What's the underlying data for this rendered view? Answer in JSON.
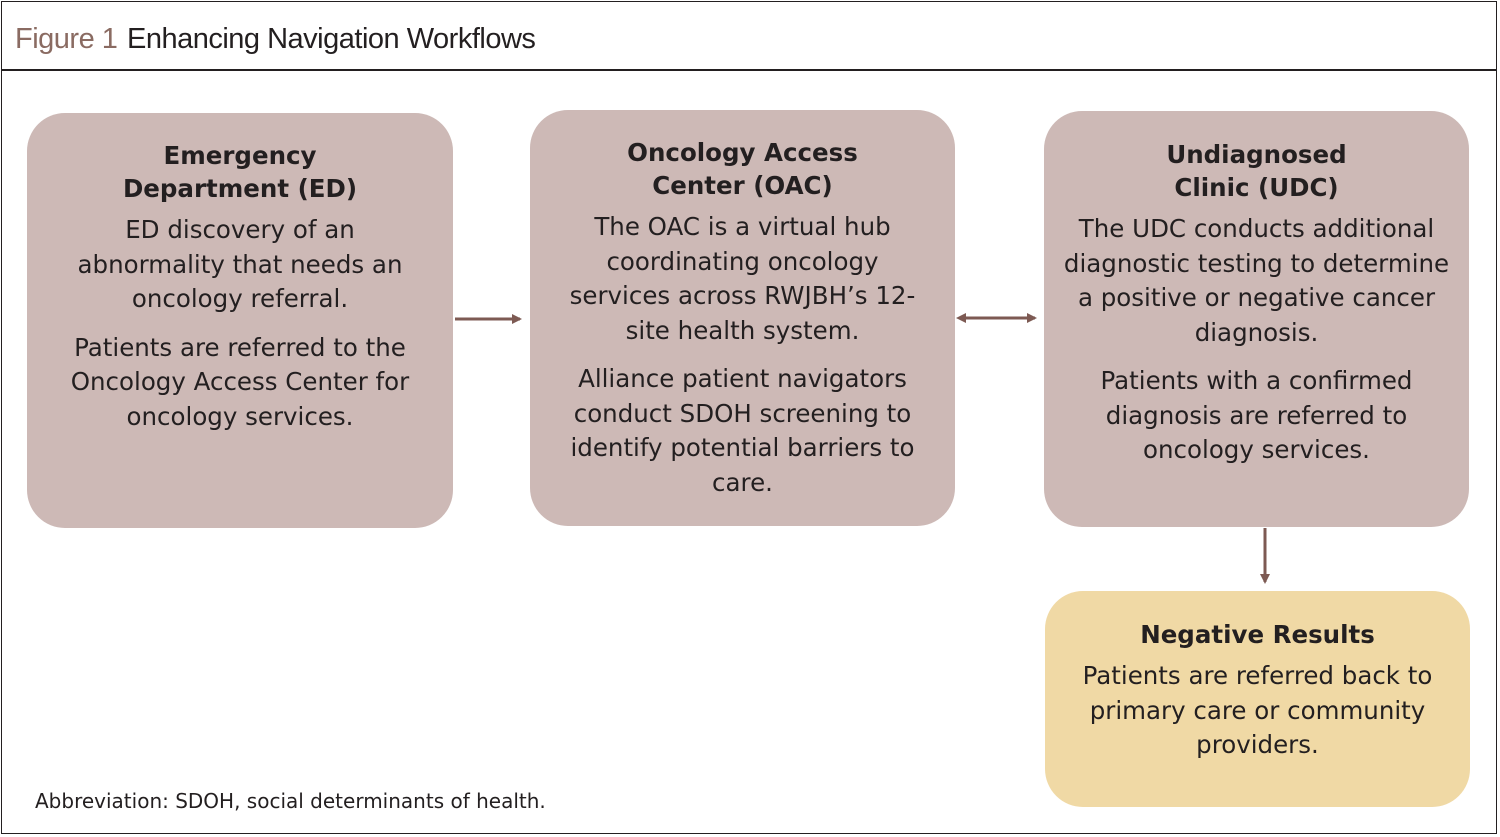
{
  "figure": {
    "label": "Figure 1",
    "title": "Enhancing Navigation Workflows"
  },
  "boxes": {
    "ed": {
      "title": "Emergency Department (ED)",
      "paragraphs": [
        "ED discovery of an abnormality that needs an oncology referral.",
        "Patients are referred to the Oncology Access Center for oncology  services."
      ]
    },
    "oac": {
      "title": "Oncology Access Center (OAC)",
      "paragraphs": [
        "The OAC is a virtual hub coordinating oncology services across RWJBH’s 12-site health system.",
        "Alliance patient navigators conduct SDOH screening to identify potential barriers to care."
      ]
    },
    "udc": {
      "title": "Undiagnosed Clinic (UDC)",
      "paragraphs": [
        "The UDC conducts additional diagnostic testing to determine a positive or negative cancer diagnosis.",
        "Patients with a confirmed diagnosis are referred to oncology services."
      ]
    },
    "neg": {
      "title": "Negative Results",
      "paragraphs": [
        "Patients are referred back to primary care or community providers."
      ]
    }
  },
  "footnote": "Abbreviation: SDOH, social determinants of health.",
  "colors": {
    "box_fill": "#cdb9b6",
    "negative_fill": "#f0d9a5",
    "arrow": "#7d5a53",
    "figure_label": "#8a6b62"
  }
}
